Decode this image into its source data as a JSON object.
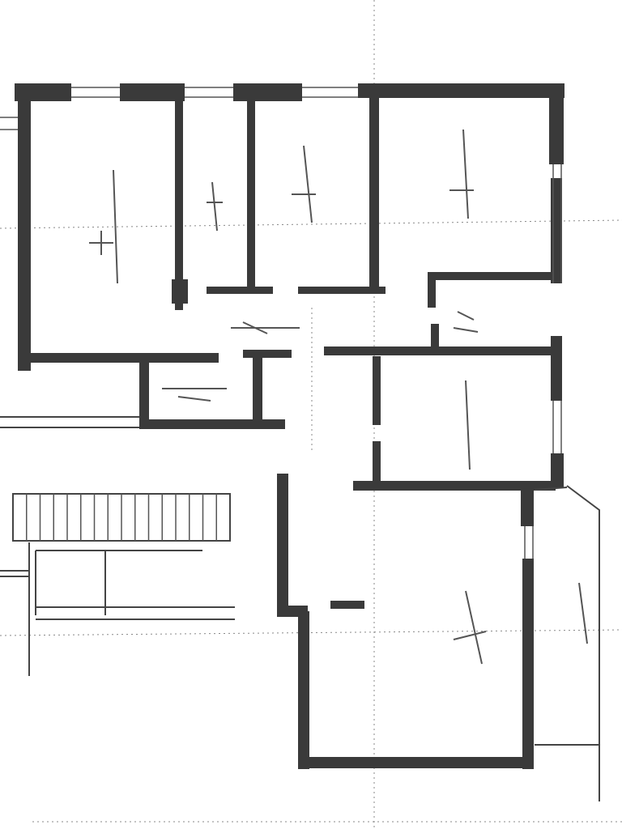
{
  "plan": {
    "description_visible_text": "",
    "colors": {
      "wall": "#3a3a3a",
      "line": "#444444",
      "background": "#ffffff"
    },
    "rooms": [
      {
        "id": "room-top-left",
        "label": ""
      },
      {
        "id": "room-top-narrow",
        "label": ""
      },
      {
        "id": "room-top-middle",
        "label": ""
      },
      {
        "id": "room-top-right",
        "label": ""
      },
      {
        "id": "room-small-bath",
        "label": ""
      },
      {
        "id": "room-right-middle",
        "label": ""
      },
      {
        "id": "room-corridor",
        "label": ""
      },
      {
        "id": "room-closet",
        "label": ""
      },
      {
        "id": "room-living",
        "label": ""
      },
      {
        "id": "room-balcony",
        "label": ""
      }
    ],
    "staircase": {
      "steps": 16
    }
  }
}
